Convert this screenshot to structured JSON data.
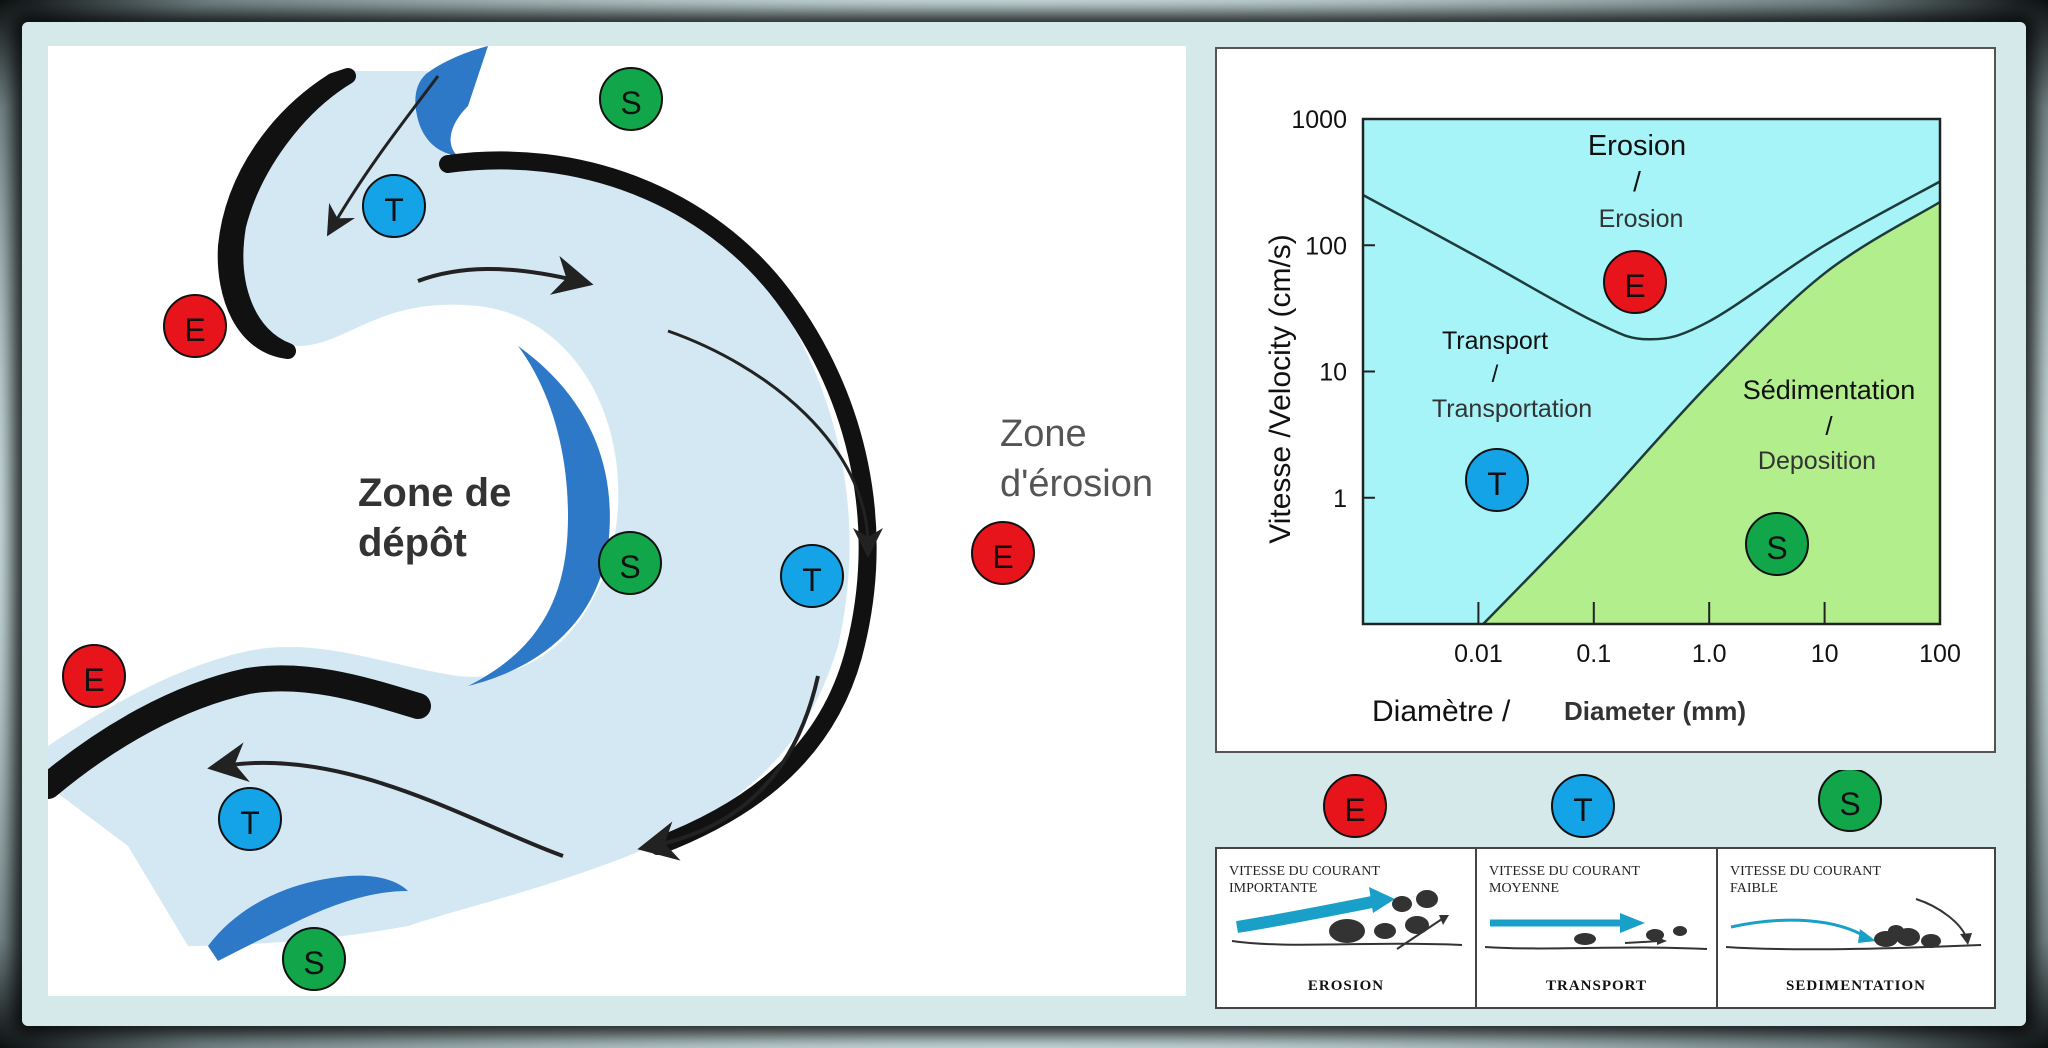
{
  "river": {
    "zone_depot_line1": "Zone de",
    "zone_depot_line2": "dépôt",
    "zone_erosion_line1": "Zone",
    "zone_erosion_line2": "d'érosion"
  },
  "badges": {
    "erosion": "E",
    "transport": "T",
    "sedimentation": "S"
  },
  "colors": {
    "erosion_badge": "#e8141c",
    "transport_badge": "#15a3e8",
    "sedimentation_badge": "#12a64a",
    "erosion_zone": "#ffaaff",
    "transport_zone": "#a6f4f8",
    "sedimentation_zone": "#b2ee8c",
    "river_water": "#d4e8f4",
    "deposit_bank": "#2e78c8"
  },
  "chart_data": {
    "type": "area",
    "xlabel_fr": "Diamètre /",
    "xlabel_en": "Diameter (mm)",
    "ylabel": "Vitesse /Velocity (cm/s)",
    "x_scale": "log",
    "y_scale": "log",
    "x_ticks": [
      "0.01",
      "0.1",
      "1.0",
      "10",
      "100"
    ],
    "y_ticks": [
      "1",
      "10",
      "100",
      "1000"
    ],
    "xlim": [
      0.001,
      100
    ],
    "ylim": [
      0.1,
      1000
    ],
    "regions": [
      {
        "name_fr": "Erosion",
        "sep": "/",
        "name_en": "Erosion",
        "badge": "E"
      },
      {
        "name_fr": "Transport",
        "sep": "/",
        "name_en": "Transportation",
        "badge": "T"
      },
      {
        "name_fr": "Sédimentation",
        "sep": "/",
        "name_en": "Deposition",
        "badge": "S"
      }
    ],
    "erosion_curve": [
      [
        0.001,
        250
      ],
      [
        0.01,
        80
      ],
      [
        0.1,
        25
      ],
      [
        0.3,
        18
      ],
      [
        1,
        25
      ],
      [
        10,
        100
      ],
      [
        100,
        320
      ]
    ],
    "deposition_curve": [
      [
        0.011,
        0.1
      ],
      [
        0.1,
        0.8
      ],
      [
        1,
        8
      ],
      [
        10,
        60
      ],
      [
        100,
        220
      ]
    ]
  },
  "legend": [
    {
      "badge": "E",
      "small_line1": "Vitesse du courant",
      "small_line2": "importante",
      "label": "EROSION"
    },
    {
      "badge": "T",
      "small_line1": "Vitesse du courant",
      "small_line2": "moyenne",
      "label": "TRANSPORT"
    },
    {
      "badge": "S",
      "small_line1": "Vitesse du courant",
      "small_line2": "faible",
      "label": "SEDIMENTATION"
    }
  ]
}
